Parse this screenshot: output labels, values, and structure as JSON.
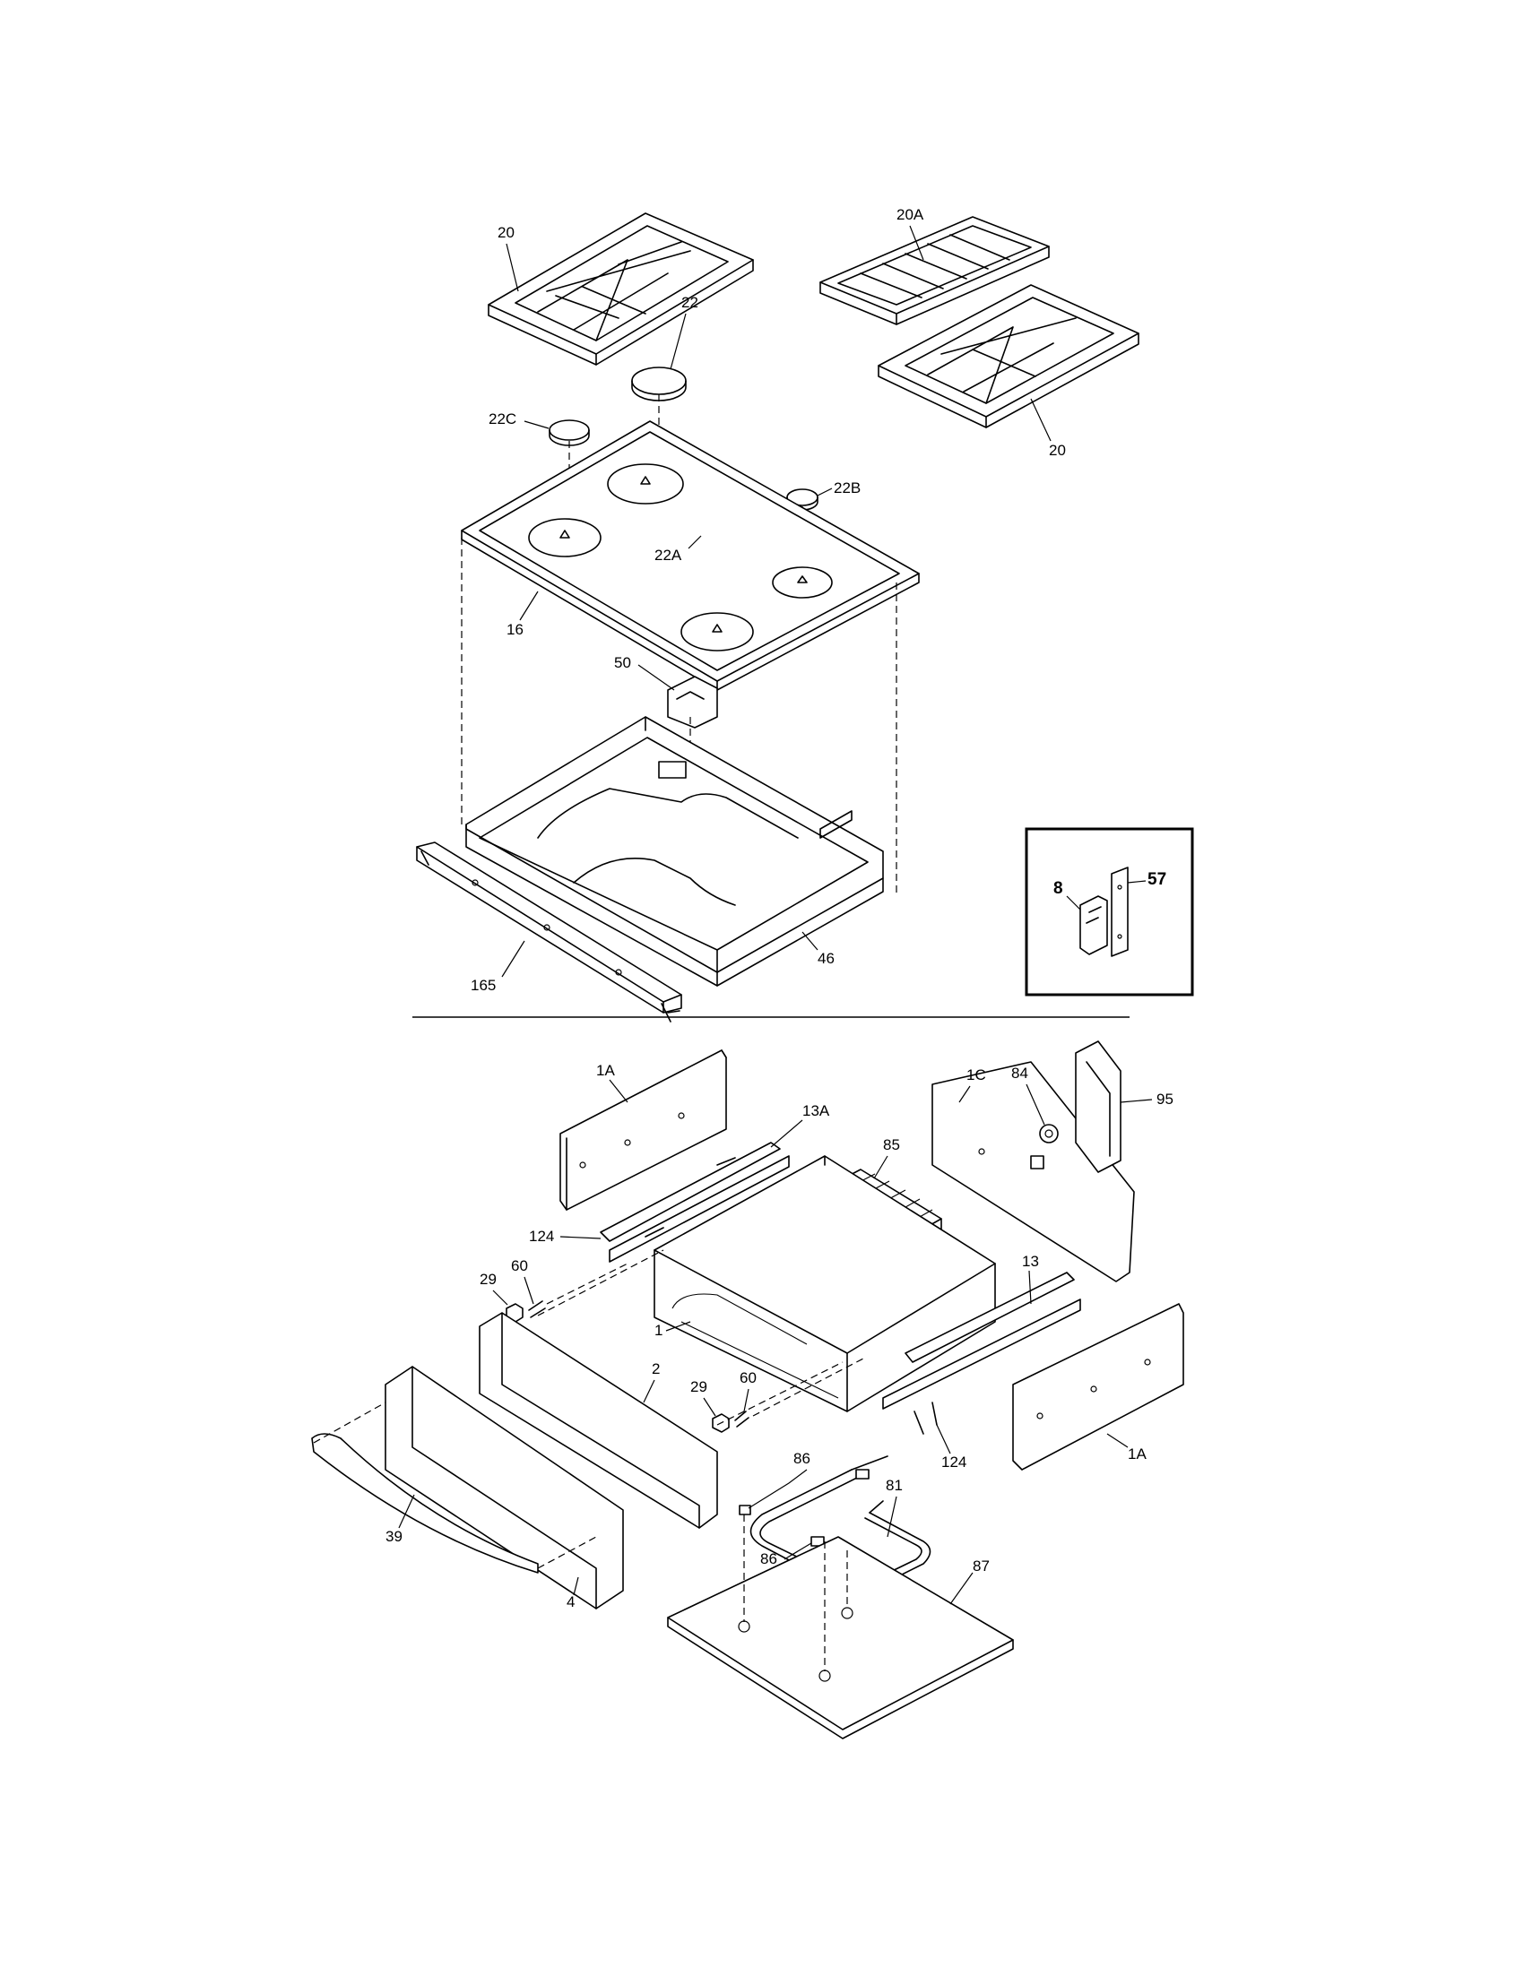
{
  "callouts": {
    "c20a": "20",
    "c20b": "20",
    "c20A": "20A",
    "c22": "22",
    "c22A": "22A",
    "c22B": "22B",
    "c22C": "22C",
    "c16": "16",
    "c50": "50",
    "c46": "46",
    "c165": "165",
    "c8": "8",
    "c57": "57",
    "c1Aa": "1A",
    "c1Ab": "1A",
    "c13A": "13A",
    "c13": "13",
    "c85": "85",
    "c1C": "1C",
    "c84": "84",
    "c95": "95",
    "c124a": "124",
    "c124b": "124",
    "c29a": "29",
    "c29b": "29",
    "c60a": "60",
    "c60b": "60",
    "c1": "1",
    "c2": "2",
    "c39": "39",
    "c4": "4",
    "c86a": "86",
    "c86b": "86",
    "c81": "81",
    "c87": "87"
  }
}
